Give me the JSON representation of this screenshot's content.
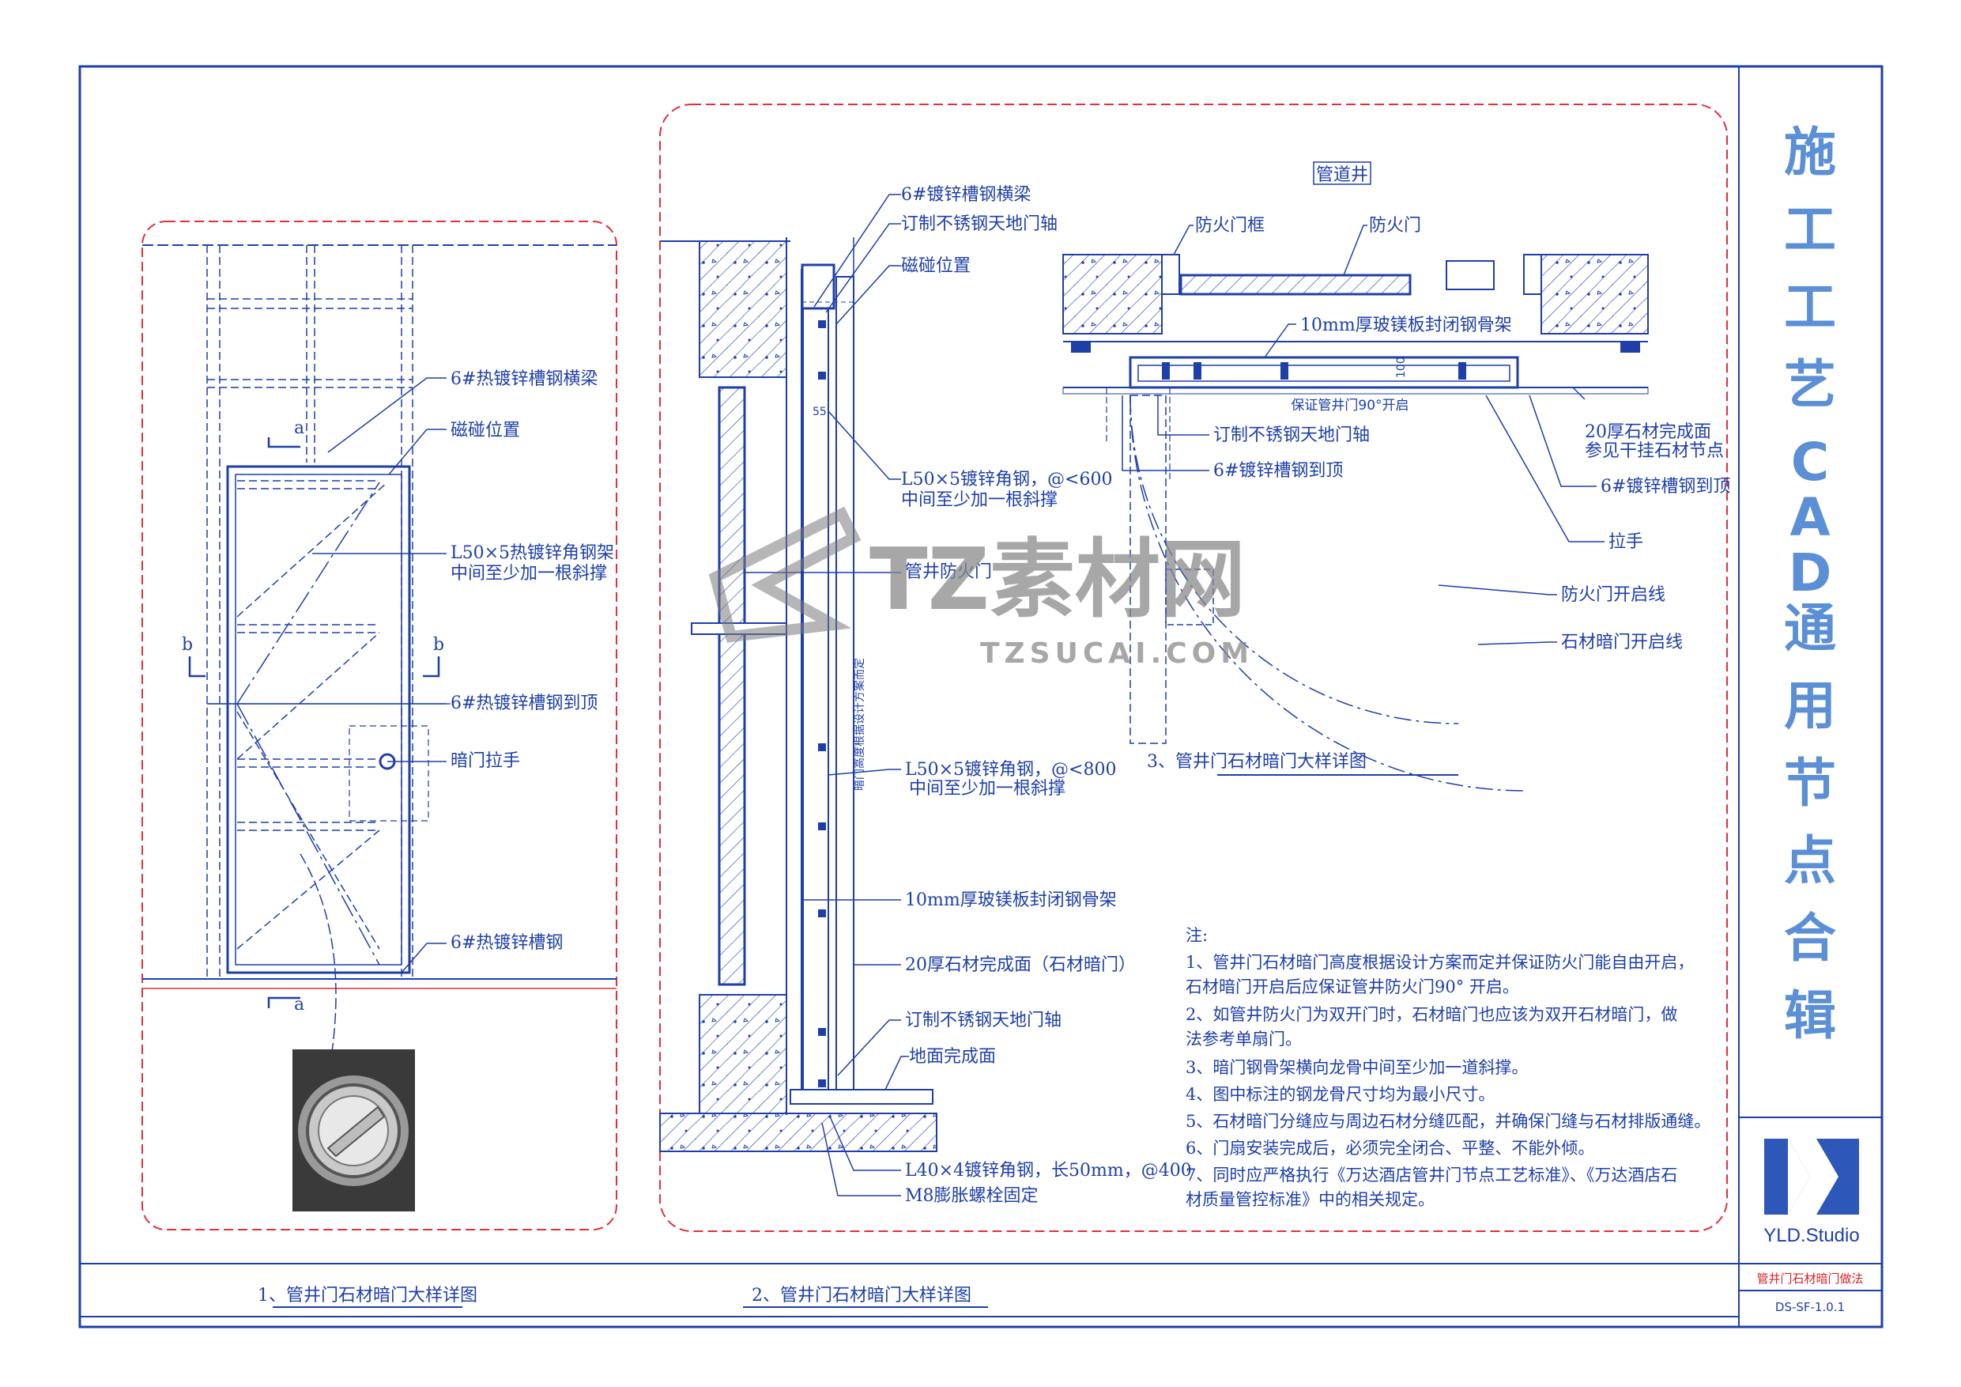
{
  "title_block": {
    "vertical_title": "施工工艺CAD通用节点合辑",
    "studio": "YLD.Studio",
    "drawing_name": "管井门石材暗门做法",
    "drawing_no": "DS-SF-1.0.1"
  },
  "watermark": {
    "main": "TZ素材网",
    "sub": "TZSUCAI.COM"
  },
  "view1": {
    "caption": "1、管井门石材暗门大样详图",
    "labels": [
      "6#热镀锌槽钢横梁",
      "磁碰位置",
      "L50×5热镀锌角钢架",
      "中间至少加一根斜撑",
      "6#热镀锌槽钢到顶",
      "暗门拉手",
      "6#热镀锌槽钢"
    ],
    "section_marks": [
      "a",
      "a",
      "b",
      "b"
    ]
  },
  "view2": {
    "caption": "2、管井门石材暗门大样详图",
    "labels": [
      "6#镀锌槽钢横梁",
      "订制不锈钢天地门轴",
      "磁碰位置",
      "L50×5镀锌角钢，@<600",
      "中间至少加一根斜撑",
      "管井防火门",
      "L50×5镀锌角钢，@<800",
      "中间至少加一根斜撑",
      "10mm厚玻镁板封闭钢骨架",
      "20厚石材完成面（石材暗门）",
      "订制不锈钢天地门轴",
      "地面完成面",
      "L40×4镀锌角钢，长50mm，@400",
      "M8膨胀螺栓固定"
    ],
    "dim": "55",
    "vertical_note": "暗门高度根据设计方案而定"
  },
  "view3": {
    "caption": "3、管井门石材暗门大样详图",
    "tag": "管道井",
    "labels": [
      "防火门框",
      "防火门",
      "10mm厚玻镁板封闭钢骨架",
      "保证管井门90°开启",
      "订制不锈钢天地门轴",
      "6#镀锌槽钢到顶",
      "20厚石材完成面",
      "参见干挂石材节点",
      "6#镀锌槽钢到顶",
      "拉手",
      "防火门开启线",
      "石材暗门开启线"
    ],
    "dim": "100"
  },
  "notes": {
    "heading": "注:",
    "lines": [
      "1、管井门石材暗门高度根据设计方案而定并保证防火门能自由开启，",
      "石材暗门开启后应保证管井防火门90°  开启。",
      "2、如管井防火门为双开门时，石材暗门也应该为双开石材暗门，做",
      "法参考单扇门。",
      "3、暗门钢骨架横向龙骨中间至少加一道斜撑。",
      "4、图中标注的钢龙骨尺寸均为最小尺寸。",
      "5、石材暗门分缝应与周边石材分缝匹配，并确保门缝与石材排版通缝。",
      "6、门扇安装完成后，必须完全闭合、平整、不能外倾。",
      "7、同时应严格执行《万达酒店管井门节点工艺标准》、《万达酒店石",
      "材质量管控标准》中的相关规定。"
    ]
  },
  "colors": {
    "line": "#1e3fa8",
    "red_dash": "#e0303a",
    "title": "#5b8fd6",
    "tb_red": "#d2232a"
  }
}
